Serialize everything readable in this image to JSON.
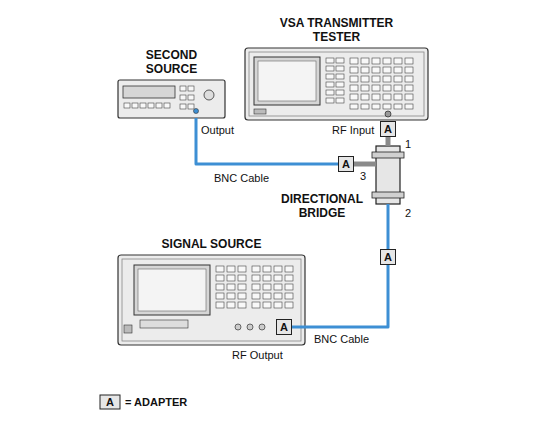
{
  "diagram": {
    "nodes": [
      {
        "text": [
          "VSA TRANSMITTER TESTER"
        ]
      },
      {
        "text": [
          "SECOND SOURCE"
        ]
      },
      {
        "text": [
          "A"
        ]
      },
      {
        "text": [
          "A"
        ]
      },
      {
        "text": [
          "DIRECTIONAL BRIDGE"
        ]
      },
      {
        "text": [
          "A"
        ]
      },
      {
        "text": [
          "SIGNAL SOURCE"
        ]
      },
      {
        "text": [
          "A"
        ],
        "in": 6
      }
    ],
    "edges": [
      {
        "from": 1,
        "to": 3,
        "label": "BNC Cable",
        "arrow": "none"
      },
      {
        "from": 7,
        "to": 5,
        "label": "BNC Cable",
        "arrow": "none"
      },
      {
        "from": 2,
        "to": 4,
        "arrow": "none"
      },
      {
        "from": 3,
        "to": 4,
        "arrow": "none"
      },
      {
        "from": 4,
        "to": 5,
        "arrow": "none"
      }
    ],
    "labels": [
      "RF Input",
      "Output",
      "1",
      "3",
      "2",
      "RF Output",
      "A"
    ],
    "legend": [
      {
        "text": "= ADAPTER"
      }
    ]
  }
}
